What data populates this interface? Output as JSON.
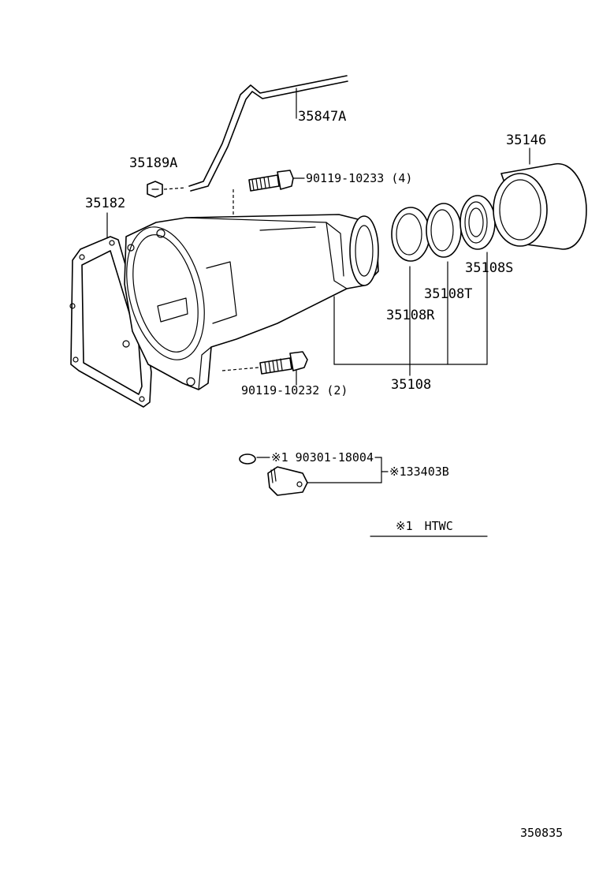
{
  "labels": {
    "p35847A": "35847A",
    "p35189A": "35189A",
    "p90119_10233": "90119-10233 (4)",
    "p35182": "35182",
    "p35146": "35146",
    "p35108S": "35108S",
    "p35108T": "35108T",
    "p35108R": "35108R",
    "p35108": "35108",
    "p90119_10232": "90119-10232 (2)",
    "p90301_18004": "※1 90301-18004",
    "p33403B": "※133403B",
    "note": "※1　HTWC",
    "diagram_code": "350835"
  },
  "colors": {
    "line": "#000000",
    "background": "#ffffff"
  }
}
